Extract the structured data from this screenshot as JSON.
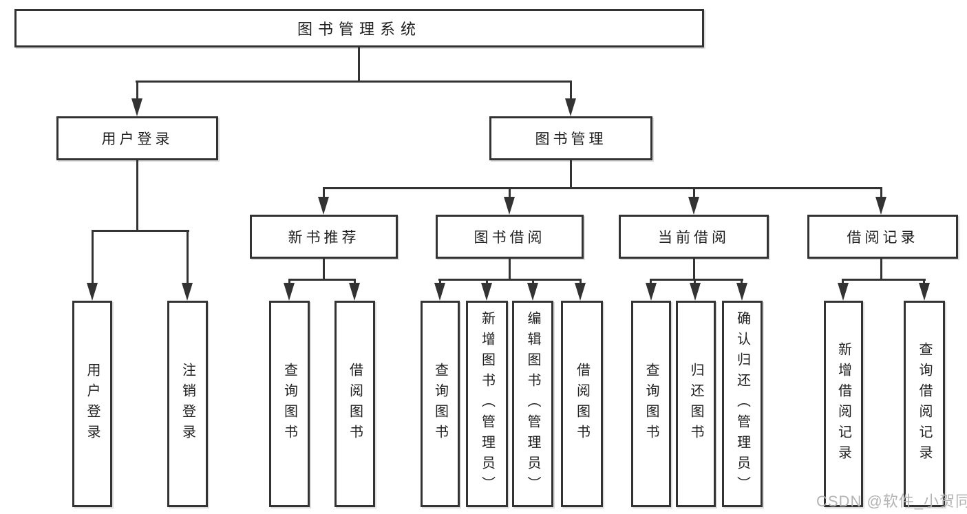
{
  "diagram_title": "图书管理系统",
  "colors": {
    "line": "#333333",
    "box_border": "#333333",
    "text": "#1f1f1f",
    "watermark": "#b4b4b4",
    "background": "#ffffff"
  },
  "watermark": {
    "text": "CSDN @软件_小贺同学"
  },
  "tree": {
    "label": "图书管理系统",
    "children": [
      {
        "label": "用户登录",
        "children": [
          {
            "label": "用户登录"
          },
          {
            "label": "注销登录"
          }
        ]
      },
      {
        "label": "图书管理",
        "children": [
          {
            "label": "新书推荐",
            "children": [
              {
                "label": "查询图书"
              },
              {
                "label": "借阅图书"
              }
            ]
          },
          {
            "label": "图书借阅",
            "children": [
              {
                "label": "查询图书"
              },
              {
                "label": "新增图书（管理员）"
              },
              {
                "label": "编辑图书（管理员）"
              },
              {
                "label": "借阅图书"
              }
            ]
          },
          {
            "label": "当前借阅",
            "children": [
              {
                "label": "查询图书"
              },
              {
                "label": "归还图书"
              },
              {
                "label": "确认归还（管理员）"
              }
            ]
          },
          {
            "label": "借阅记录",
            "children": [
              {
                "label": "新增借阅记录"
              },
              {
                "label": "查询借阅记录"
              }
            ]
          }
        ]
      }
    ]
  }
}
